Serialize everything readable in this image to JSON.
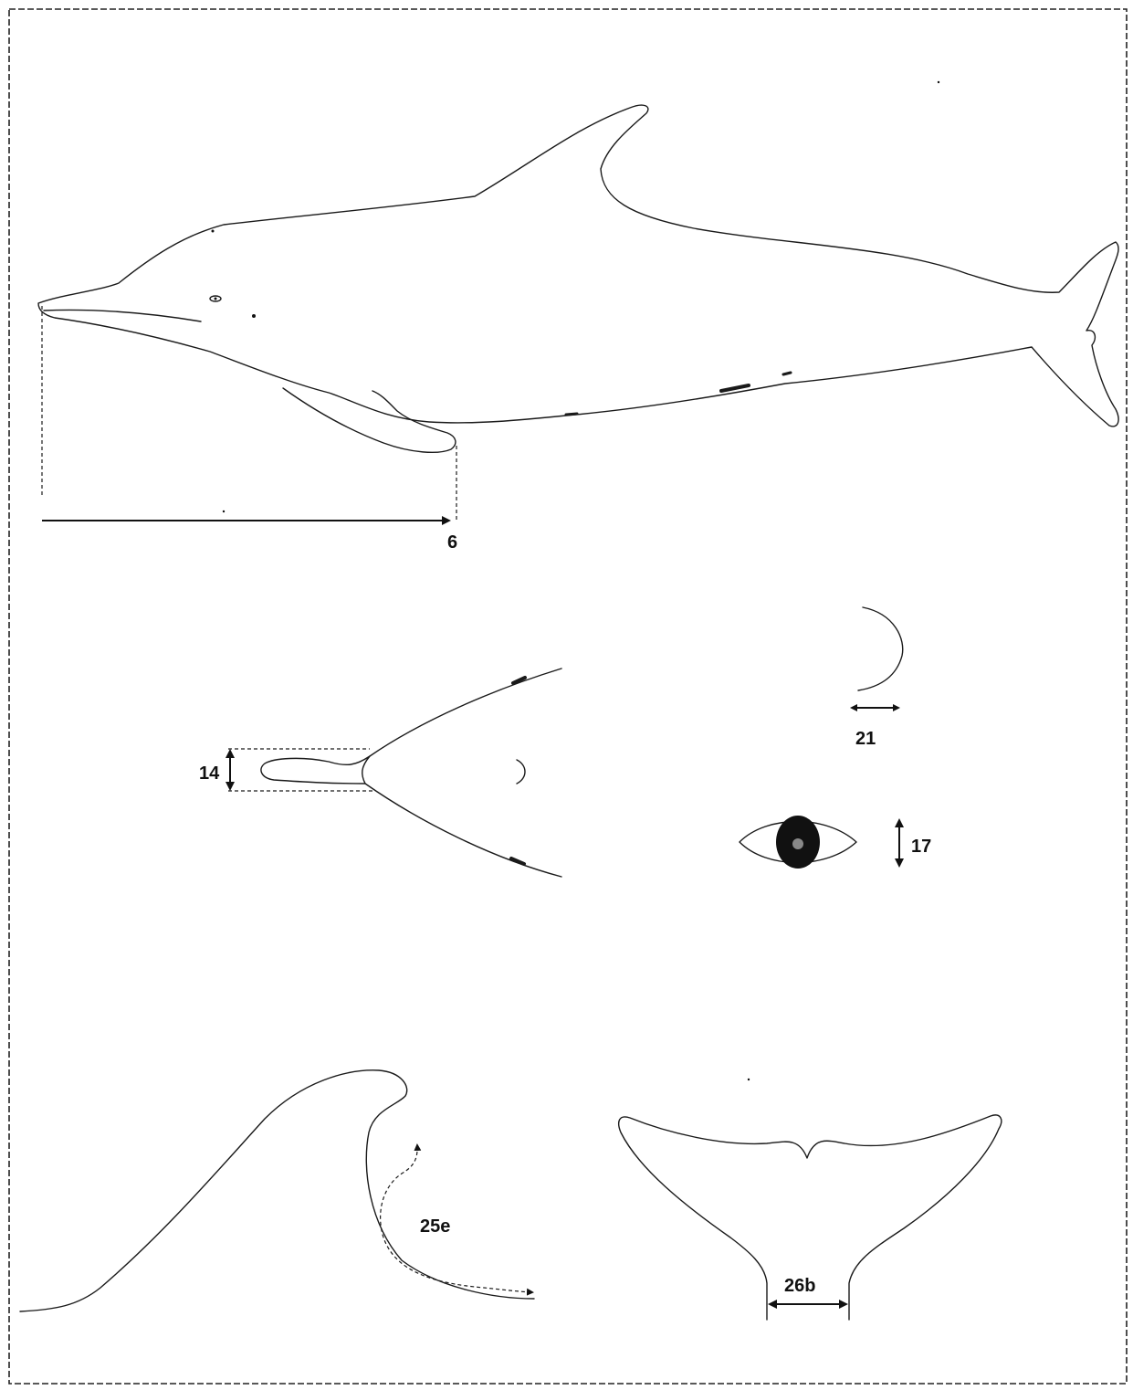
{
  "figure": {
    "labels": {
      "flipper_length": "6",
      "beak_width": "14",
      "eye_height": "17",
      "blowhole_width": "21",
      "dorsal_fin_edge": "25e",
      "tail_stock_width": "26b"
    }
  }
}
